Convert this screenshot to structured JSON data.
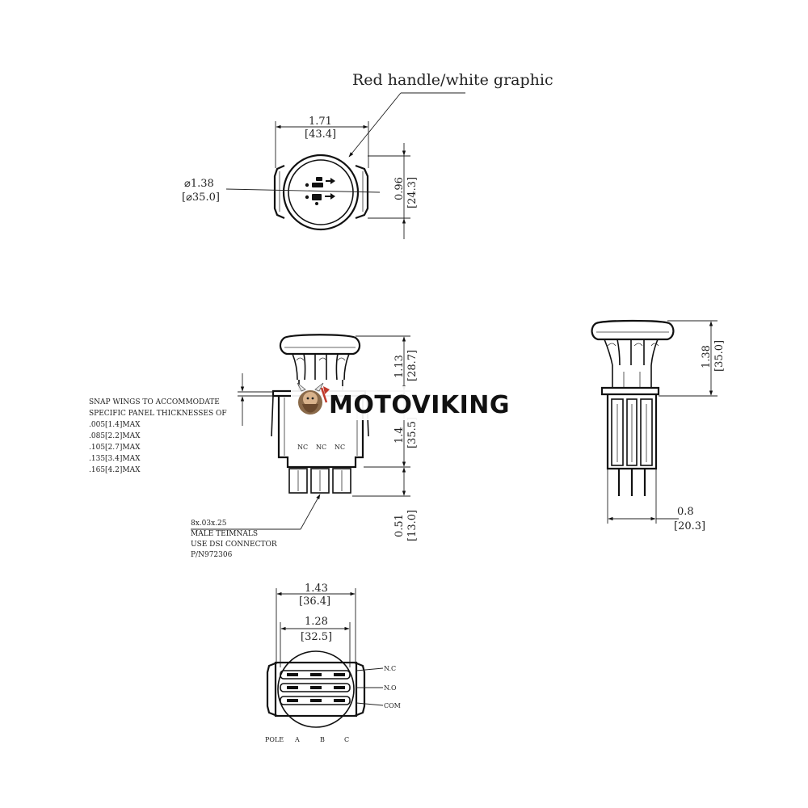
{
  "header": {
    "callout": "Red handle/white graphic"
  },
  "top_view": {
    "width_in": "1.71",
    "width_mm": "[43.4]",
    "diameter_in": "⌀1.38",
    "diameter_mm": "[⌀35.0]",
    "height_in": "0.96",
    "height_mm": "[24.3]"
  },
  "front_view": {
    "snap_note": [
      "SNAP WINGS TO ACCOMMODATE",
      "SPECIFIC PANEL THICKNESSES OF",
      ".005[1.4]MAX",
      ".085[2.2]MAX",
      ".105[2.7]MAX",
      ".135[3.4]MAX",
      ".165[4.2]MAX"
    ],
    "nc_labels": [
      "NC",
      "NC",
      "NC"
    ],
    "handle_in": "1.13",
    "handle_mm": "[28.7]",
    "body_in": "1.4",
    "body_mm": "[35.5]",
    "terminal_in": "0.51",
    "terminal_mm": "[13.0]",
    "terminal_note": [
      "8x.03x.25",
      "MALE TEIMNALS",
      "USE DSI CONNECTOR",
      "P/N972306"
    ]
  },
  "side_view": {
    "height_in": "1.38",
    "height_mm": "[35.0]",
    "depth_in": "0.8",
    "depth_mm": "[20.3]"
  },
  "bottom_view": {
    "outer_in": "1.43",
    "outer_mm": "[36.4]",
    "inner_in": "1.28",
    "inner_mm": "[32.5]",
    "row_labels": [
      "N.C",
      "N.O",
      "COM"
    ],
    "pole_labels": [
      "POLE",
      "A",
      "B",
      "C"
    ]
  },
  "watermark": {
    "brand": "MOTOVIKING"
  }
}
